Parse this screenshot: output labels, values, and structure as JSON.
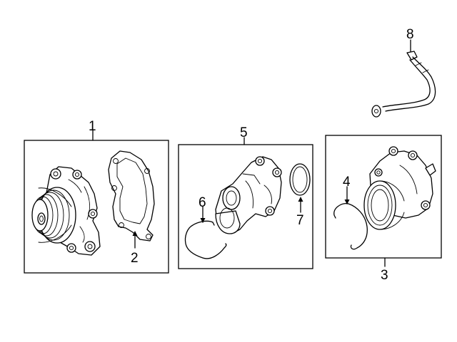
{
  "colors": {
    "line": "#000000",
    "background": "#ffffff"
  },
  "callouts": {
    "c1": "1",
    "c2": "2",
    "c3": "3",
    "c4": "4",
    "c5": "5",
    "c6": "6",
    "c7": "7",
    "c8": "8"
  }
}
